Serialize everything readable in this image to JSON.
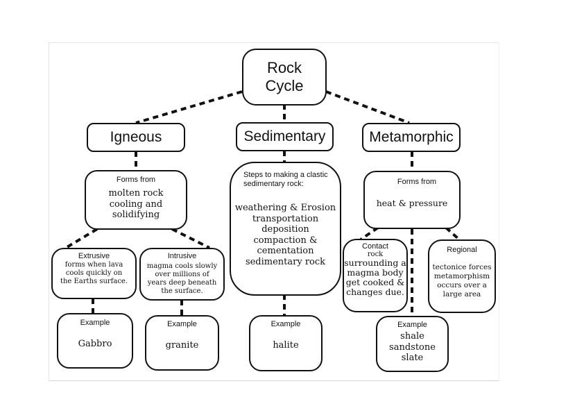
{
  "diagram": {
    "title": "Rock Cycle",
    "title_lines": [
      "Rock",
      "Cycle"
    ],
    "categories": {
      "igneous": {
        "label": "Igneous",
        "forms_from": {
          "heading": "Forms from",
          "lines": [
            "molten rock",
            "cooling and",
            "solidifying"
          ]
        },
        "extrusive": {
          "heading": "Extrusive",
          "lines": [
            "forms when lava",
            "cools quickly on",
            "the Earths surface."
          ],
          "example_heading": "Example",
          "example": "Gabbro"
        },
        "intrusive": {
          "heading": "Intrusive",
          "lines": [
            "magma cools slowly",
            "over millions of",
            "years deep beneath",
            "the surface."
          ],
          "example_heading": "Example",
          "example": "granite"
        }
      },
      "sedimentary": {
        "label": "Sedimentary",
        "steps_heading_lines": [
          "Steps to making a clastic",
          "sedimentary rock:"
        ],
        "steps": [
          "weathering & Erosion",
          "transportation",
          "deposition",
          "compaction &",
          "cementation",
          "sedimentary rock"
        ],
        "example_heading": "Example",
        "example": "halite"
      },
      "metamorphic": {
        "label": "Metamorphic",
        "forms_from": {
          "heading": "Forms from",
          "text": "heat & pressure"
        },
        "contact": {
          "heading": "Contact",
          "lines": [
            "rock",
            "surrounding a",
            "magma body",
            "get cooked &",
            "changes due."
          ]
        },
        "regional": {
          "heading": "Regional",
          "lines": [
            "tectonice forces",
            "metamorphism",
            "occurs over a",
            "large area"
          ]
        },
        "example_heading": "Example",
        "examples": [
          "shale",
          "sandstone",
          "slate"
        ]
      }
    }
  }
}
